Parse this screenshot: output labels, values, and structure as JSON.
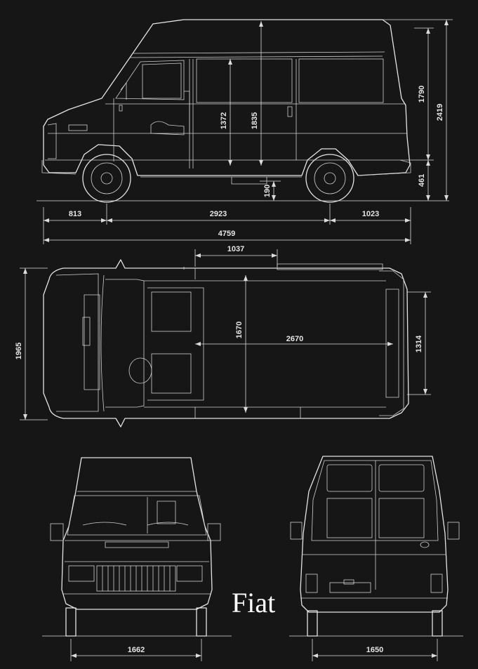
{
  "brand": "Fiat",
  "side_view": {
    "front_overhang": "813",
    "wheelbase": "2923",
    "rear_overhang": "1023",
    "overall_length": "4759",
    "roof_height": "1790",
    "overall_height": "2419",
    "floor_height": "461",
    "ground_clearance": "190",
    "cargo_window_height": "1372",
    "interior_height": "1835"
  },
  "top_view": {
    "overall_width": "1965",
    "door_opening": "1037",
    "cargo_width": "1670",
    "cargo_length": "2670",
    "rear_opening_width": "1314"
  },
  "front_view": {
    "track_front": "1662"
  },
  "rear_view": {
    "track_rear": "1650"
  },
  "colors": {
    "background": "#161616",
    "lines": "#e4e4e4"
  }
}
